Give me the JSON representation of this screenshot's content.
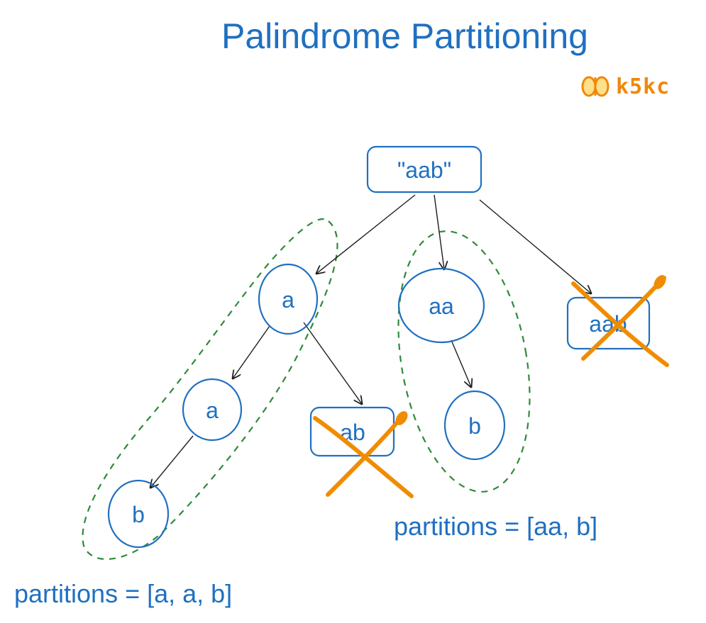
{
  "title": "Palindrome Partitioning",
  "logo": {
    "text": "k5kc",
    "icon": "butterfly-icon"
  },
  "nodes": {
    "root": "\"aab\"",
    "a1": "a",
    "aa": "aa",
    "aab": "aab",
    "a2": "a",
    "ab": "ab",
    "b1": "b",
    "b2": "b"
  },
  "partitions": {
    "left": "partitions = [a, a, b]",
    "right": "partitions = [aa, b]"
  },
  "colors": {
    "blue": "#1f70c1",
    "green": "#2f8a3a",
    "orange": "#f08c00",
    "edge": "#1e1e1e"
  }
}
